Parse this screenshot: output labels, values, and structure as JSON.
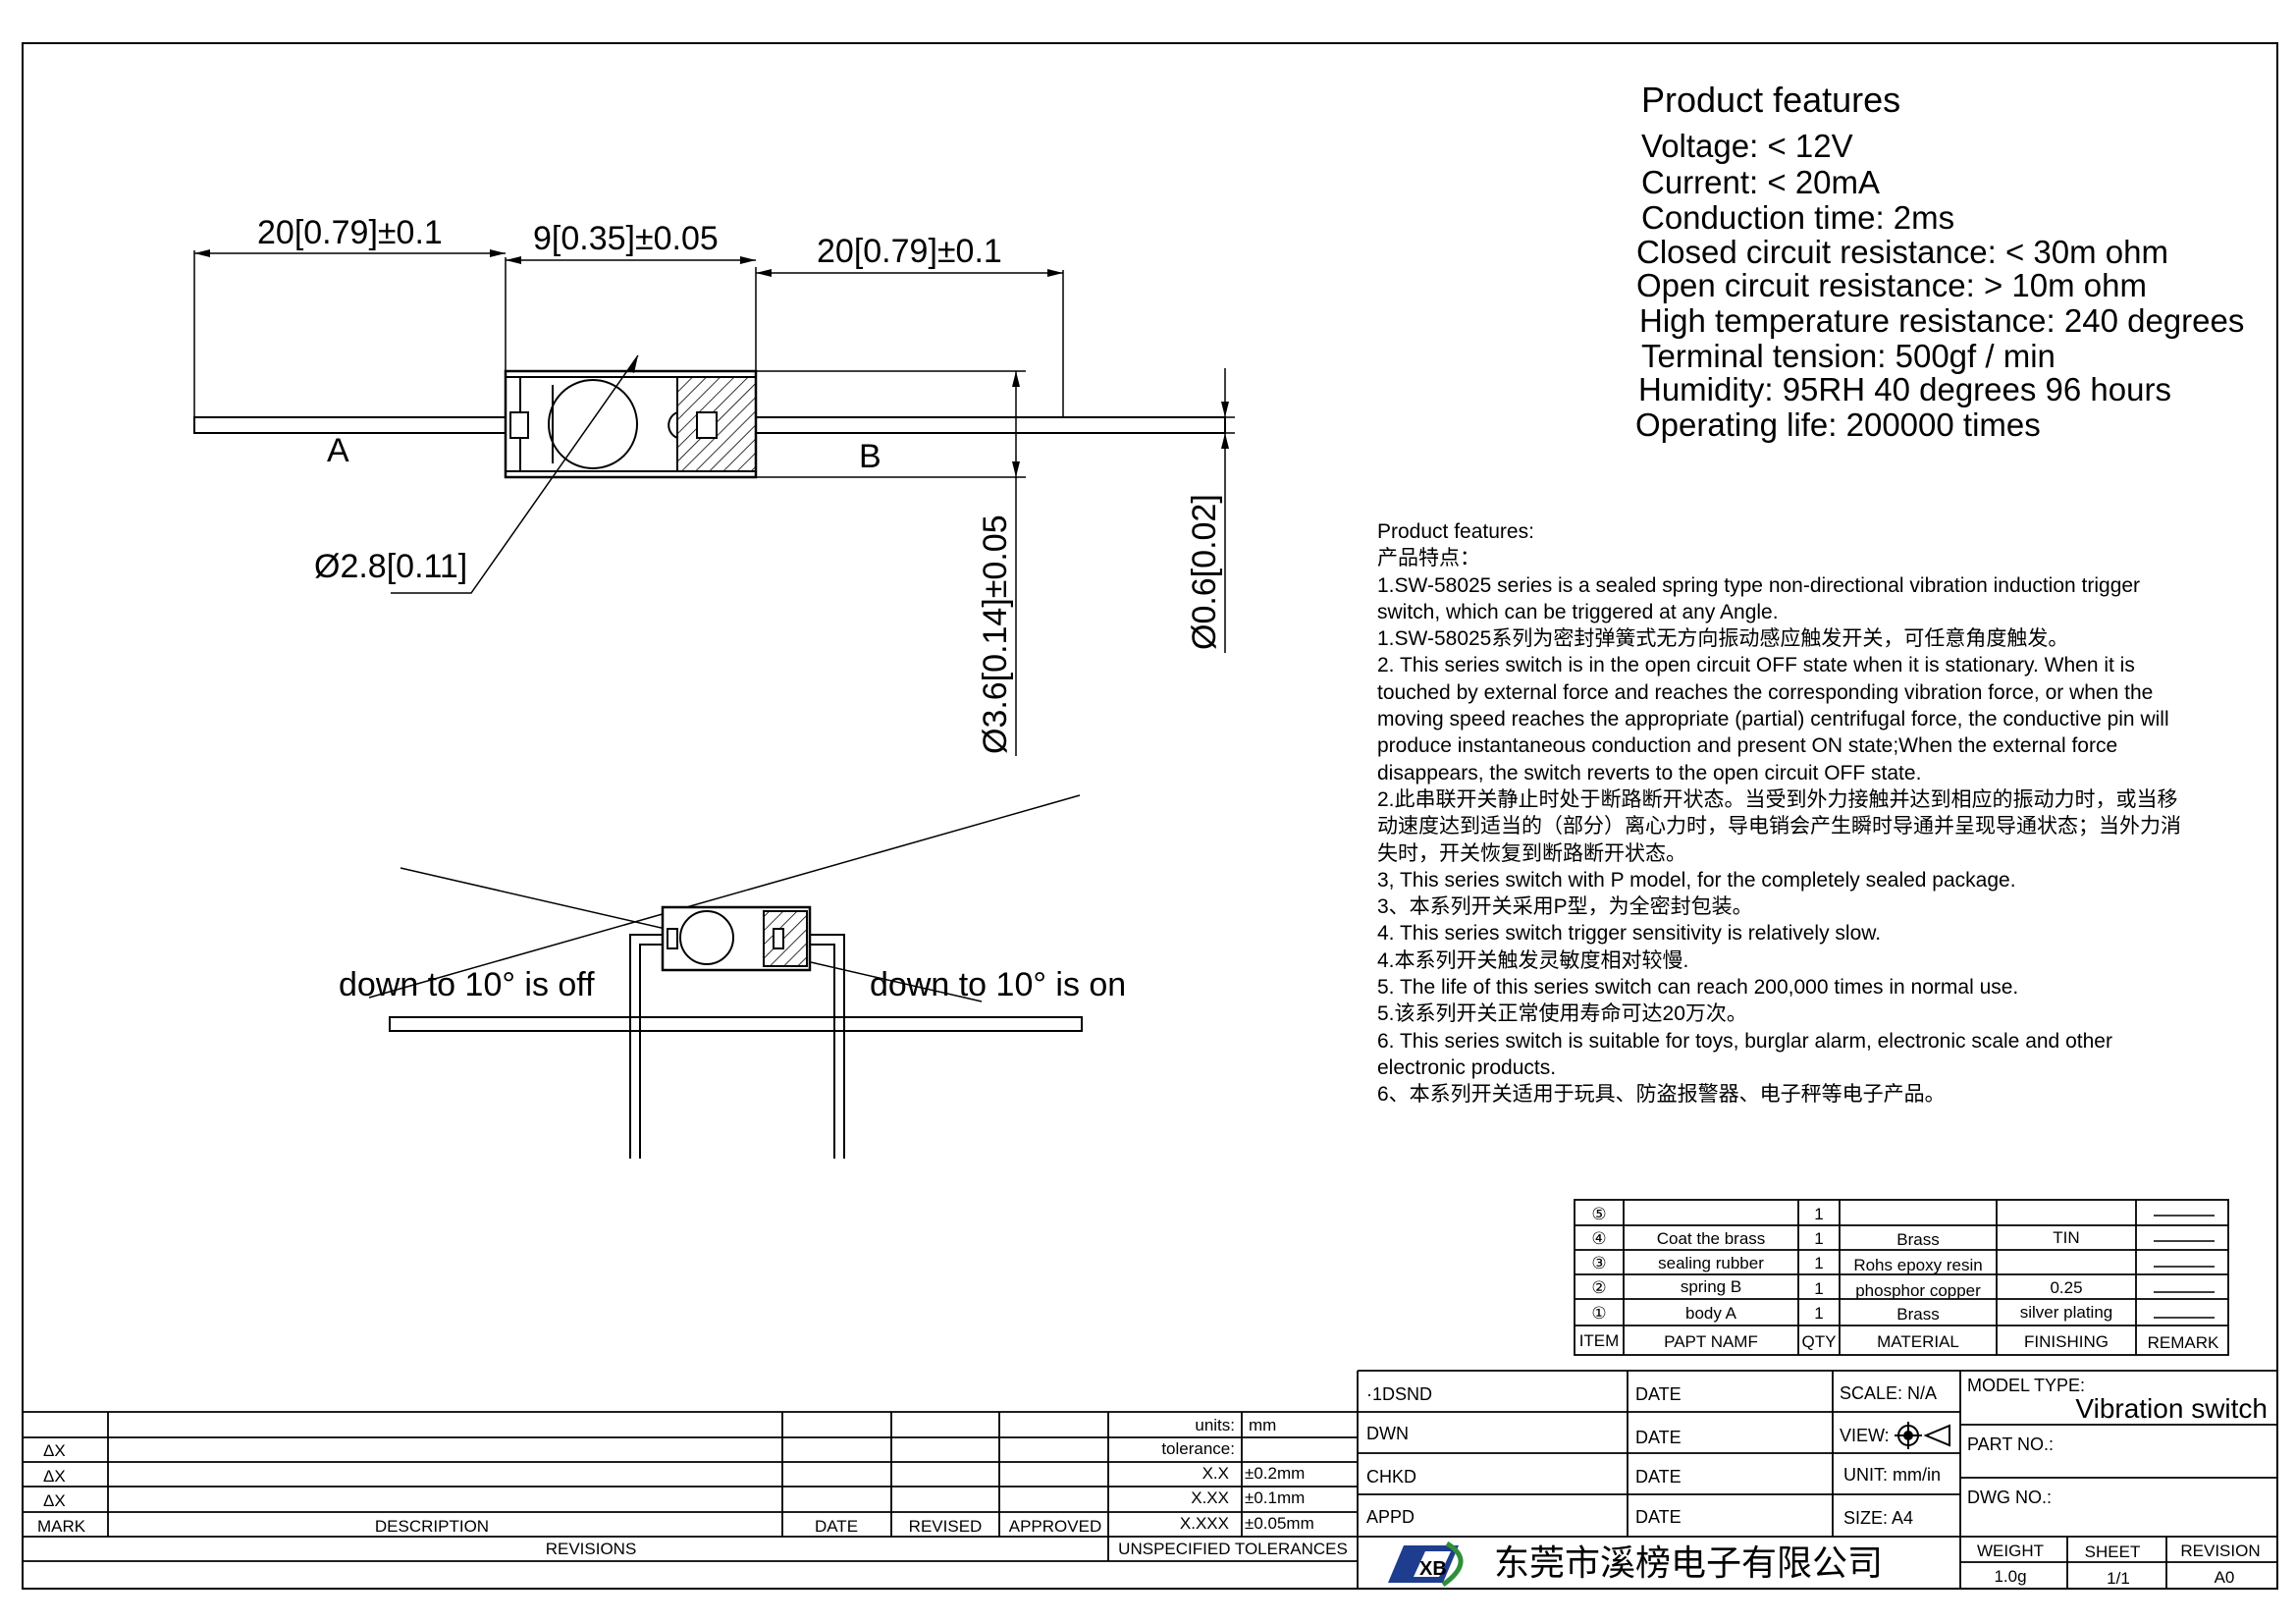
{
  "features": {
    "heading": "Product features",
    "lines": [
      "Voltage: < 12V",
      "Current: < 20mA",
      "Conduction time: 2ms",
      "Closed circuit resistance: < 30m ohm",
      "Open circuit resistance: > 10m ohm",
      "High temperature resistance: 240 degrees",
      "Terminal tension: 500gf / min",
      "Humidity: 95RH 40 degrees 96 hours",
      "Operating life: 200000 times"
    ]
  },
  "dimensions": {
    "lead_a": "20[0.79]±0.1",
    "body": "9[0.35]±0.05",
    "lead_b": "20[0.79]±0.1",
    "ball": "Ø2.8[0.11]",
    "body_dia": "Ø3.6[0.14]±0.05",
    "lead_dia": "Ø0.6[0.02]",
    "label_a": "A",
    "label_b": "B"
  },
  "tilt": {
    "off": "down to 10° is off",
    "on": "down to 10° is on"
  },
  "description": [
    "Product features:",
    "产品特点：",
    "1.SW-58025 series is a sealed spring type non-directional vibration induction trigger",
    "switch, which can be triggered at any Angle.",
    "1.SW-58025系列为密封弹簧式无方向振动感应触发开关，可任意角度触发。",
    "2. This series switch is in the open circuit OFF state when it is stationary. When it is",
    "touched by external force and reaches the corresponding vibration force, or when the",
    "moving speed reaches the appropriate (partial) centrifugal force, the conductive pin will",
    "produce instantaneous conduction and present ON state;When the external force",
    "disappears, the switch reverts to the open circuit OFF state.",
    "2.此串联开关静止时处于断路断开状态。当受到外力接触并达到相应的振动力时，或当移",
    "动速度达到适当的（部分）离心力时，导电销会产生瞬时导通并呈现导通状态；当外力消",
    "失时，开关恢复到断路断开状态。",
    "3, This series switch with P model, for the completely sealed package.",
    "3、本系列开关采用P型，为全密封包装。",
    "4. This series switch trigger sensitivity is relatively slow.",
    "4.本系列开关触发灵敏度相对较慢.",
    "5. The life of this series switch can reach 200,000 times in normal use.",
    "5.该系列开关正常使用寿命可达20万次。",
    "6. This series switch is suitable for toys, burglar alarm, electronic scale and other",
    "electronic products.",
    "6、本系列开关适用于玩具、防盗报警器、电子秤等电子产品。"
  ],
  "bom": {
    "rows": [
      {
        "item": "⑤",
        "name": "",
        "qty": "1",
        "material": "",
        "finishing": ""
      },
      {
        "item": "④",
        "name": "Coat the brass",
        "qty": "1",
        "material": "Brass",
        "finishing": "TIN"
      },
      {
        "item": "③",
        "name": "sealing rubber",
        "qty": "1",
        "material": "Rohs epoxy resin",
        "finishing": ""
      },
      {
        "item": "②",
        "name": "spring  B",
        "qty": "1",
        "material": "phosphor copper",
        "finishing": "0.25"
      },
      {
        "item": "①",
        "name": "body   A",
        "qty": "1",
        "material": "Brass",
        "finishing": "silver plating"
      }
    ],
    "header": {
      "item": "ITEM",
      "name": "PAPT NAMF",
      "qty": "QTY",
      "material": "MATERIAL",
      "finishing": "FINISHING",
      "remark": "REMARK"
    }
  },
  "revisions": {
    "marks": [
      "ΔX",
      "ΔX",
      "ΔX"
    ],
    "headers": {
      "mark": "MARK",
      "description": "DESCRIPTION",
      "date": "DATE",
      "revised": "REVISED",
      "approved": "APPROVED"
    },
    "title": "REVISIONS"
  },
  "tolerances": {
    "units_label": "units:",
    "units_value": "mm",
    "tolerance_label": "tolerance:",
    "x": "X.X",
    "x_val": "±0.2mm",
    "xx": "X.XX",
    "xx_val": "±0.1mm",
    "xxx": "X.XXX",
    "xxx_val": "±0.05mm",
    "title": "UNSPECIFIED TOLERANCES"
  },
  "signoff": {
    "rows": [
      {
        "role": "·1DSND",
        "date": "DATE"
      },
      {
        "role": "DWN",
        "date": "DATE"
      },
      {
        "role": "CHKD",
        "date": "DATE"
      },
      {
        "role": "APPD",
        "date": "DATE"
      }
    ],
    "scale": "SCALE: N/A",
    "view": "VIEW:",
    "unit": "UNIT: mm/in",
    "size": "SIZE: A4"
  },
  "title_block": {
    "model_type_label": "MODEL TYPE:",
    "model_type": "Vibration switch",
    "part_no_label": "PART NO.:",
    "dwg_no_label": "DWG NO.:",
    "weight_label": "WEIGHT",
    "weight": "1.0g",
    "sheet_label": "SHEET",
    "sheet": "1/1",
    "revision_label": "REVISION",
    "revision": "A0"
  },
  "company": {
    "name": "东莞市溪榜电子有限公司",
    "logo_text": "XB",
    "logo_colors": [
      "#1f3d8f",
      "#2f8f3a"
    ]
  }
}
